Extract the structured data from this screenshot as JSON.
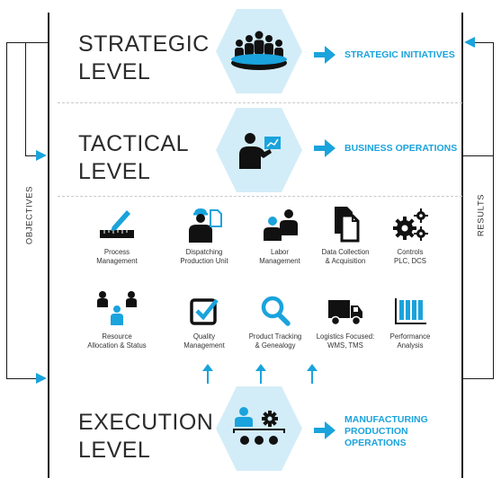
{
  "levels": {
    "strategic": {
      "line1": "STRATEGIC",
      "line2": "LEVEL",
      "output": "STRATEGIC INITIATIVES",
      "icon": "meeting-table-icon"
    },
    "tactical": {
      "line1": "TACTICAL",
      "line2": "LEVEL",
      "output": "BUSINESS OPERATIONS",
      "icon": "presenter-icon"
    },
    "execution": {
      "line1": "EXECUTION",
      "line2": "LEVEL",
      "output_lines": [
        "MANUFACTURING",
        "PRODUCTION",
        "OPERATIONS"
      ],
      "icon": "conveyor-icon"
    }
  },
  "side": {
    "left": "OBJECTIVES",
    "right": "RESULTS"
  },
  "execution_items": [
    {
      "lines": [
        "Process",
        "Management"
      ],
      "icon": "ruler-pencil-icon"
    },
    {
      "lines": [
        "Dispatching",
        "Production Unit"
      ],
      "icon": "worker-document-icon"
    },
    {
      "lines": [
        "Labor",
        "Management"
      ],
      "icon": "labor-group-icon"
    },
    {
      "lines": [
        "Data Collection",
        "& Acquisition"
      ],
      "icon": "documents-icon"
    },
    {
      "lines": [
        "Controls",
        "PLC, DCS"
      ],
      "icon": "gears-icon"
    },
    {
      "lines": [
        "Resource",
        "Allocation & Status"
      ],
      "icon": "resource-people-icon"
    },
    {
      "lines": [
        "Quality",
        "Management"
      ],
      "icon": "checkbox-icon"
    },
    {
      "lines": [
        "Product Tracking",
        "& Genealogy"
      ],
      "icon": "magnifier-icon"
    },
    {
      "lines": [
        "Logistics Focused:",
        "WMS, TMS"
      ],
      "icon": "truck-icon"
    },
    {
      "lines": [
        "Performance",
        "Analysis"
      ],
      "icon": "binders-icon"
    }
  ],
  "colors": {
    "accent": "#1aa3dc",
    "hexagon": "#d3edf8",
    "dark": "#1a1a1a"
  }
}
